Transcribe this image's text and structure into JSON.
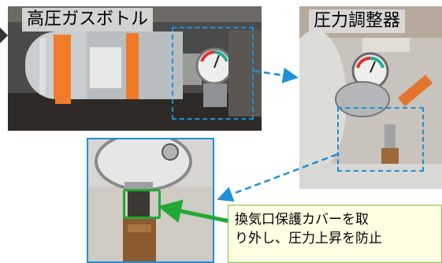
{
  "panels": {
    "bottle": {
      "title": "高圧ガスボトル"
    },
    "regulator": {
      "title": "圧力調整器"
    }
  },
  "callout": {
    "line1": "換気口保護カバーを取",
    "line2": "り外し、圧力上昇を防止"
  },
  "colors": {
    "accent_dash": "#1e90d8",
    "highlight_green": "#22a834",
    "callout_bg": "#ffffe4"
  }
}
